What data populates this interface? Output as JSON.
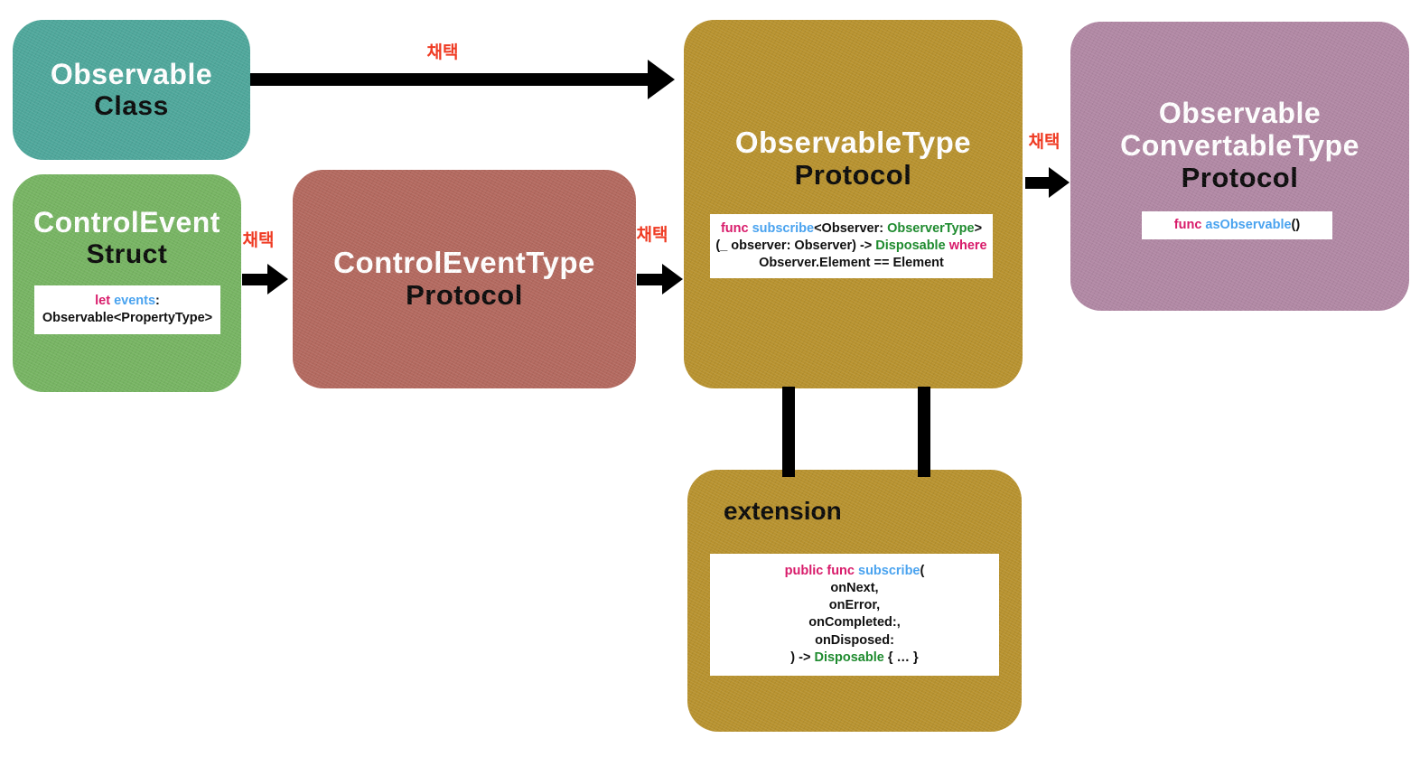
{
  "diagram": {
    "title": "RxSwift Observable type hierarchy",
    "background": "#ffffff",
    "colors": {
      "teal": "#4fa79b",
      "green": "#77b463",
      "brick": "#b3695f",
      "gold": "#b8922f",
      "mauve": "#b188a4",
      "label_red": "#ef3b23",
      "keyword_magenta": "#d81b6a",
      "function_blue": "#4aa3ef",
      "type_green": "#1f8b2f",
      "arrow_black": "#000000",
      "code_bg": "#ffffff"
    }
  },
  "nodes": {
    "observable_class": {
      "name": "Observable",
      "kind": "Class"
    },
    "control_event_struct": {
      "name": "ControlEvent",
      "kind": "Struct",
      "code": {
        "line1": [
          {
            "text": "let ",
            "style": "kw"
          },
          {
            "text": "events",
            "style": "fn"
          },
          {
            "text": ":",
            "style": "pl"
          }
        ],
        "line2": [
          {
            "text": "Observable<PropertyType>",
            "style": "pl"
          }
        ]
      }
    },
    "control_event_type_protocol": {
      "name": "ControlEventType",
      "kind": "Protocol"
    },
    "observable_type_protocol": {
      "name": "ObservableType",
      "kind": "Protocol",
      "code": {
        "line1": [
          {
            "text": "func ",
            "style": "kw"
          },
          {
            "text": "subscribe",
            "style": "fn"
          },
          {
            "text": "<Observer: ",
            "style": "pl"
          },
          {
            "text": "ObserverType",
            "style": "type"
          },
          {
            "text": ">",
            "style": "pl"
          }
        ],
        "line2": [
          {
            "text": "(_ observer: Observer) -> ",
            "style": "pl"
          },
          {
            "text": "Disposable ",
            "style": "type"
          },
          {
            "text": "where",
            "style": "kw"
          }
        ],
        "line3": [
          {
            "text": "Observer.Element == Element",
            "style": "pl"
          }
        ]
      }
    },
    "observable_convertable_type_protocol": {
      "name_line1": "Observable",
      "name_line2": "ConvertableType",
      "kind": "Protocol",
      "code": {
        "line1": [
          {
            "text": "func ",
            "style": "kw"
          },
          {
            "text": "asObservable",
            "style": "fn"
          },
          {
            "text": "()",
            "style": "pl"
          }
        ]
      }
    },
    "extension": {
      "name": "extension",
      "code": {
        "line1": [
          {
            "text": "public func ",
            "style": "kw"
          },
          {
            "text": "subscribe",
            "style": "fn"
          },
          {
            "text": "(",
            "style": "pl"
          }
        ],
        "line2": [
          {
            "text": "onNext,",
            "style": "pl"
          }
        ],
        "line3": [
          {
            "text": "onError,",
            "style": "pl"
          }
        ],
        "line4": [
          {
            "text": "onCompleted:,",
            "style": "pl"
          }
        ],
        "line5": [
          {
            "text": "onDisposed:",
            "style": "pl"
          }
        ],
        "line6": [
          {
            "text": ") -> ",
            "style": "pl"
          },
          {
            "text": "Disposable ",
            "style": "type"
          },
          {
            "text": "{ … }",
            "style": "pl"
          }
        ]
      }
    }
  },
  "edges": [
    {
      "id": "observable-to-observabletype",
      "label": "채택",
      "from": "observable_class",
      "to": "observable_type_protocol"
    },
    {
      "id": "controlevent-to-controleventtype",
      "label": "채택",
      "from": "control_event_struct",
      "to": "control_event_type_protocol"
    },
    {
      "id": "controleventtype-to-observabletype",
      "label": "채택",
      "from": "control_event_type_protocol",
      "to": "observable_type_protocol"
    },
    {
      "id": "observabletype-to-observableconvertabletype",
      "label": "채택",
      "from": "observable_type_protocol",
      "to": "observable_convertable_type_protocol"
    },
    {
      "id": "observabletype-to-extension",
      "label": "",
      "from": "observable_type_protocol",
      "to": "extension"
    }
  ]
}
